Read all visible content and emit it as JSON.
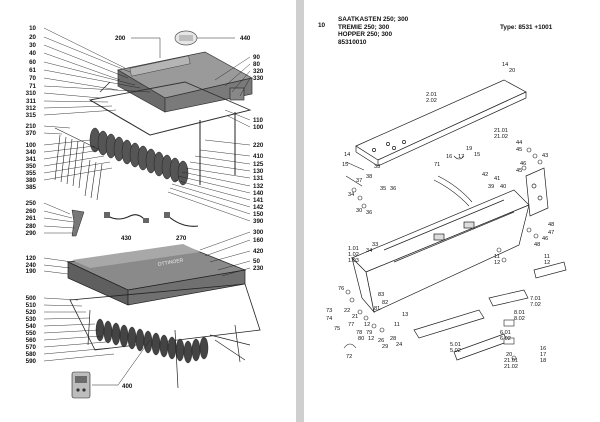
{
  "left_page": {
    "overview_labels": {
      "top": [
        "10",
        "20",
        "30",
        "40",
        "60",
        "61",
        "70",
        "71"
      ],
      "top_mid": "200",
      "badge_callout": "440",
      "top_right": [
        "90",
        "80",
        "320",
        "330"
      ],
      "left_mid": [
        "310",
        "311",
        "312",
        "315"
      ],
      "left_mid2": [
        "210",
        "370"
      ],
      "left_low": [
        "100",
        "340",
        "341",
        "350",
        "355",
        "380",
        "385"
      ],
      "right_mid": [
        "110",
        "100"
      ],
      "right_low": [
        "220",
        "410",
        "125",
        "130",
        "131",
        "132",
        "140",
        "141",
        "142",
        "150",
        "390"
      ],
      "small_left": [
        "250",
        "260",
        "261",
        "280",
        "290"
      ],
      "cable_a": "430",
      "cable_b": "270"
    },
    "lower_labels": {
      "left_top": [
        "120",
        "240",
        "190"
      ],
      "right_top": [
        "300",
        "160",
        "420",
        "50",
        "230"
      ],
      "left_bottom": [
        "500",
        "510",
        "520",
        "530",
        "540",
        "550",
        "560",
        "570",
        "580",
        "590"
      ],
      "bottom": "400"
    }
  },
  "right_page": {
    "header": {
      "page_number": "10",
      "title_lines": [
        "SAATKASTEN 250; 300",
        "TREMIE 250; 300",
        "HOPPER 250; 300"
      ],
      "part_number": "85310010",
      "type_label": "Type: 8531 +1001"
    },
    "part_labels": {
      "top": [
        "14",
        "20",
        "2.01",
        "2.02"
      ],
      "right_top": [
        "21.01",
        "21.02",
        "44",
        "45",
        "43",
        "46",
        "45"
      ],
      "mid_left": [
        "14",
        "15",
        "33",
        "38",
        "37",
        "34",
        "36",
        "35",
        "16",
        "17",
        "19",
        "15",
        "71",
        "30",
        "42",
        "41",
        "39",
        "40",
        "36"
      ],
      "right_mid": [
        "48",
        "47",
        "46",
        "48",
        "11",
        "12",
        "11",
        "12"
      ],
      "box_left": [
        "1.01",
        "1.02",
        "1.03",
        "33",
        "34"
      ],
      "bottom_left": [
        "72",
        "73",
        "74",
        "75",
        "76",
        "83",
        "82",
        "81",
        "77",
        "78",
        "79",
        "80",
        "12",
        "11",
        "13",
        "28",
        "26",
        "29",
        "24",
        "22",
        "21",
        "12"
      ],
      "bottom_right": [
        "5.01",
        "5.02",
        "6.01",
        "6.02",
        "20",
        "21.01",
        "21.02",
        "7.01",
        "7.02",
        "8.01",
        "8.02",
        "18",
        "17",
        "16"
      ]
    }
  }
}
